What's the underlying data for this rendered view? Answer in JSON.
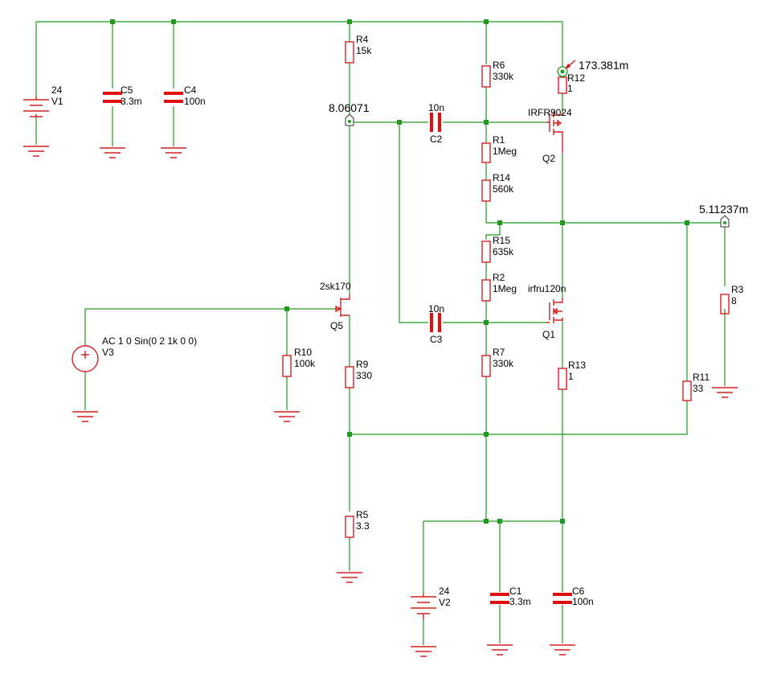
{
  "components": {
    "V1": {
      "ref": "V1",
      "value": "24"
    },
    "C5": {
      "ref": "C5",
      "value": "3.3m"
    },
    "C4": {
      "ref": "C4",
      "value": "100n"
    },
    "R4": {
      "ref": "R4",
      "value": "15k"
    },
    "R6": {
      "ref": "R6",
      "value": "330k"
    },
    "R12": {
      "ref": "R12",
      "value": "1"
    },
    "C2": {
      "ref": "C2",
      "value": "10n"
    },
    "Q2": {
      "ref": "Q2",
      "model": "IRFR9024"
    },
    "R1": {
      "ref": "R1",
      "value": "1Meg"
    },
    "R14": {
      "ref": "R14",
      "value": "560k"
    },
    "R15": {
      "ref": "R15",
      "value": "635k"
    },
    "R2": {
      "ref": "R2",
      "value": "1Meg"
    },
    "Q1": {
      "ref": "Q1",
      "model": "irfru120n"
    },
    "C3": {
      "ref": "C3",
      "value": "10n"
    },
    "R7": {
      "ref": "R7",
      "value": "330k"
    },
    "R13": {
      "ref": "R13",
      "value": "1"
    },
    "Q5": {
      "ref": "Q5",
      "model": "2sk170"
    },
    "V3": {
      "ref": "V3",
      "value": "AC 1 0 Sin(0 2 1k 0 0)"
    },
    "R10": {
      "ref": "R10",
      "value": "100k"
    },
    "R9": {
      "ref": "R9",
      "value": "330"
    },
    "R3": {
      "ref": "R3",
      "value": "8"
    },
    "R11": {
      "ref": "R11",
      "value": "33"
    },
    "R5": {
      "ref": "R5",
      "value": "3.3"
    },
    "V2": {
      "ref": "V2",
      "value": "24"
    },
    "C1": {
      "ref": "C1",
      "value": "3.3m"
    },
    "C6": {
      "ref": "C6",
      "value": "100n"
    }
  },
  "probes": {
    "p1": "8.06071",
    "p2": "173.381m",
    "p3": "5.11237m"
  },
  "colors": {
    "wire": "#1c9a1c",
    "component": "#d42020",
    "capacitor": "#e01010",
    "background": "#ffffff"
  }
}
